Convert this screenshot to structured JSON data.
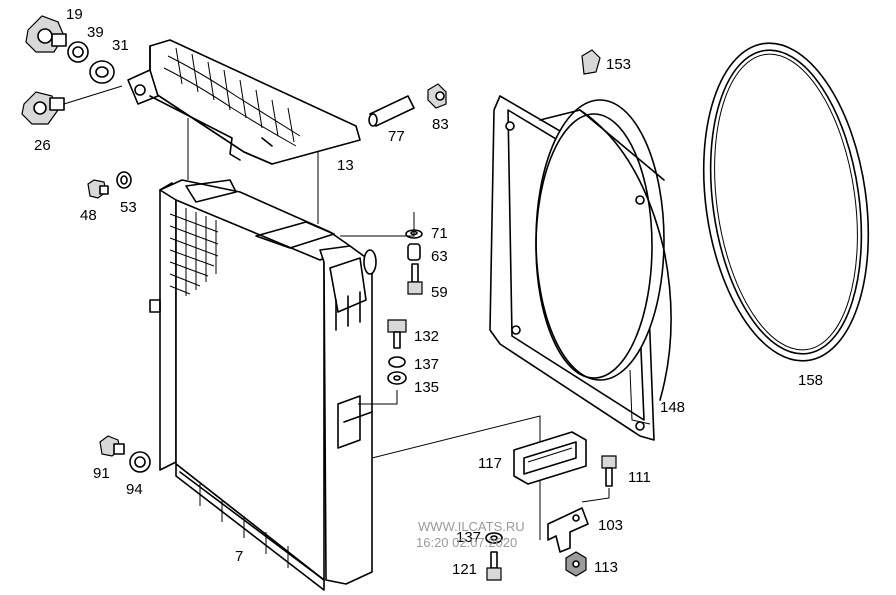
{
  "diagram": {
    "callouts": [
      {
        "id": "19",
        "label": "19"
      },
      {
        "id": "39",
        "label": "39"
      },
      {
        "id": "31",
        "label": "31"
      },
      {
        "id": "26",
        "label": "26"
      },
      {
        "id": "77",
        "label": "77"
      },
      {
        "id": "83",
        "label": "83"
      },
      {
        "id": "13",
        "label": "13"
      },
      {
        "id": "48",
        "label": "48"
      },
      {
        "id": "53",
        "label": "53"
      },
      {
        "id": "71",
        "label": "71"
      },
      {
        "id": "63",
        "label": "63"
      },
      {
        "id": "59",
        "label": "59"
      },
      {
        "id": "132",
        "label": "132"
      },
      {
        "id": "137a",
        "label": "137"
      },
      {
        "id": "135",
        "label": "135"
      },
      {
        "id": "153",
        "label": "153"
      },
      {
        "id": "148",
        "label": "148"
      },
      {
        "id": "158",
        "label": "158"
      },
      {
        "id": "117",
        "label": "117"
      },
      {
        "id": "111",
        "label": "111"
      },
      {
        "id": "103",
        "label": "103"
      },
      {
        "id": "137b",
        "label": "137"
      },
      {
        "id": "121",
        "label": "121"
      },
      {
        "id": "113",
        "label": "113"
      },
      {
        "id": "91",
        "label": "91"
      },
      {
        "id": "94",
        "label": "94"
      },
      {
        "id": "7",
        "label": "7"
      }
    ],
    "watermark": {
      "site": "WWW.ILCATS.RU",
      "timestamp": "16:20 02.07.2020"
    }
  }
}
